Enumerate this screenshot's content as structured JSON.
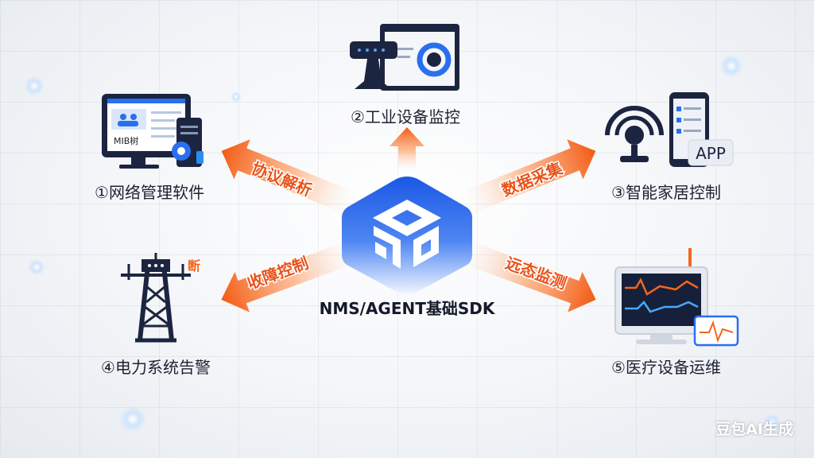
{
  "center": {
    "title": "NMS/AGENT基础SDK"
  },
  "nodes": [
    {
      "label": "①网络管理软件",
      "screen_text": "MIB树"
    },
    {
      "label": "②工业设备监控"
    },
    {
      "label": "③智能家居控制",
      "badge": "APP"
    },
    {
      "label": "④电力系统告警",
      "badge": "断"
    },
    {
      "label": "⑤医疗设备运维"
    }
  ],
  "arrows": [
    "协议解析",
    "数据采集",
    "收障控制",
    "远态监测"
  ],
  "watermark": "豆包AI生成",
  "colors": {
    "accent": "#f4661b",
    "arrow_text": "#e8531b",
    "hex_top": "#1f5fe6",
    "hex_bottom": "#eef3ff",
    "icon_dark": "#1c2540",
    "icon_blue": "#2a6ff0"
  }
}
